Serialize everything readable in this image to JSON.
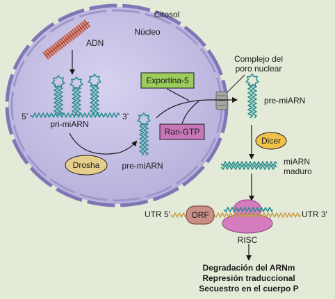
{
  "labels": {
    "citosol": "Citosol",
    "nucleo": "Núcleo",
    "adn": "ADN",
    "pri_mirna": "pri-miARN",
    "five_prime": "5’",
    "three_prime": "3’",
    "drosha": "Drosha",
    "pre_mirna_nucleus": "pre-miARN",
    "exportina": "Exportina-5",
    "ran_gtp": "Ran-GTP",
    "complejo_line1": "Complejo del",
    "complejo_line2": "poro nuclear",
    "pre_mirna_cyto": "pre-miARN",
    "dicer": "Dicer",
    "mirna_line1": "miARN",
    "mirna_line2": "maduro",
    "utr5": "UTR 5′",
    "orf": "ORF",
    "utr3": "UTR 3′",
    "risc": "RISC",
    "outcome1": "Degradación del ARNm",
    "outcome2": "Represión traduccional",
    "outcome3": "Secuestro en el cuerpo P"
  },
  "colors": {
    "background": "#e3ead7",
    "nucleus_fill": "#c9c3e3",
    "nuclear_envelope": "#7f77b5",
    "rna": "#2a8f8f",
    "dna": "#c8563a",
    "drosha": "#e5cf8b",
    "dicer": "#f0c24a",
    "exportina": "#9ccc5c",
    "ran_gtp": "#c777b8",
    "orf": "#c98f86",
    "risc": "#d57cc0",
    "mrna": "#c7a24a"
  }
}
